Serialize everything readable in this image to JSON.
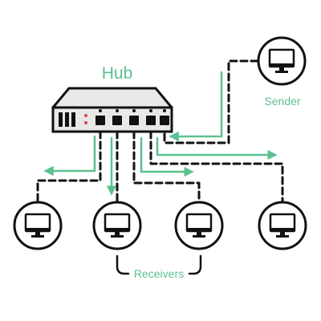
{
  "labels": {
    "hub": "Hub",
    "sender": "Sender",
    "receivers": "Receivers"
  },
  "colors": {
    "accent": "#5cc08e",
    "line": "#111111",
    "hub_body": "#e8e8e8",
    "background": "#ffffff"
  },
  "icons": {
    "hub": "network-hub-icon",
    "computer": "monitor-icon"
  },
  "computers": [
    {
      "role": "sender"
    },
    {
      "role": "receiver"
    },
    {
      "role": "receiver"
    },
    {
      "role": "receiver"
    },
    {
      "role": "receiver"
    }
  ]
}
